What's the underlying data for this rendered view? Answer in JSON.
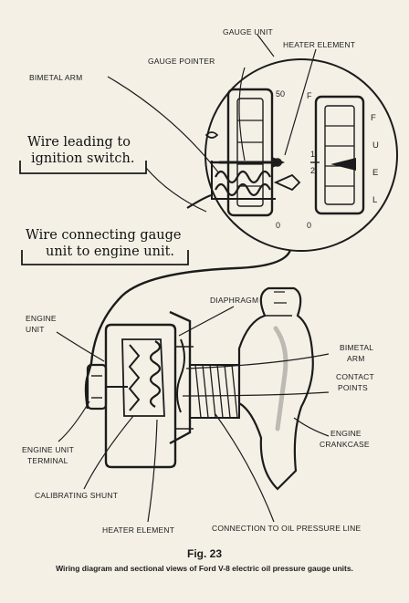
{
  "labels": {
    "gauge_unit": "GAUGE UNIT",
    "gauge_pointer": "GAUGE POINTER",
    "heater_element_top": "HEATER ELEMENT",
    "bimetal_arm_left": "BIMETAL ARM",
    "wire_ignition_line1": "Wire leading to",
    "wire_ignition_line2": "ignition switch.",
    "wire_connecting_line1": "Wire connecting gauge",
    "wire_connecting_line2": "unit to engine unit.",
    "diaphragm": "DIAPHRAGM",
    "engine_unit_line1": "ENGINE",
    "engine_unit_line2": "UNIT",
    "bimetal_arm_right_line1": "BIMETAL",
    "bimetal_arm_right_line2": "ARM",
    "contact_points_line1": "CONTACT",
    "contact_points_line2": "POINTS",
    "engine_crankcase_line1": "ENGINE",
    "engine_crankcase_line2": "CRANKCASE",
    "engine_unit_terminal_line1": "ENGINE UNIT",
    "engine_unit_terminal_line2": "TERMINAL",
    "calibrating_shunt": "CALIBRATING SHUNT",
    "heater_element_bottom": "HEATER ELEMENT",
    "connection_oil": "CONNECTION TO OIL PRESSURE LINE"
  },
  "dial": {
    "oil_top": "50",
    "oil_bottom": "0",
    "fuel_top": "F",
    "fuel_bottom": "0",
    "fuel_half_num": "1",
    "fuel_half_den": "2",
    "fuel_letters": [
      "F",
      "U",
      "E",
      "L"
    ]
  },
  "caption": {
    "title": "Fig. 23",
    "body": "Wiring diagram and sectional views of Ford V-8 electric oil pressure gauge units."
  }
}
